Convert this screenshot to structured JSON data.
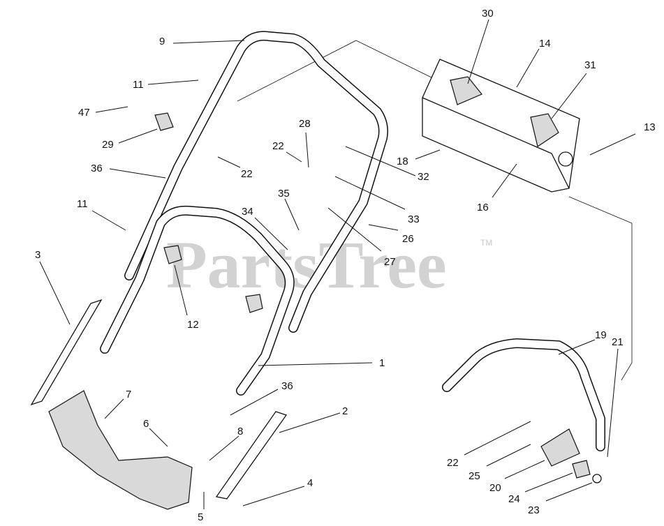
{
  "watermark": {
    "text": "PartsTree",
    "tm": "TM"
  },
  "callouts": [
    {
      "id": "c9",
      "text": "9"
    },
    {
      "id": "c11a",
      "text": "11"
    },
    {
      "id": "c47",
      "text": "47"
    },
    {
      "id": "c29",
      "text": "29"
    },
    {
      "id": "c36a",
      "text": "36"
    },
    {
      "id": "c22a",
      "text": "22"
    },
    {
      "id": "c11b",
      "text": "11"
    },
    {
      "id": "c3",
      "text": "3"
    },
    {
      "id": "c12",
      "text": "12"
    },
    {
      "id": "c7",
      "text": "7"
    },
    {
      "id": "c6",
      "text": "6"
    },
    {
      "id": "c8",
      "text": "8"
    },
    {
      "id": "c5",
      "text": "5"
    },
    {
      "id": "c4",
      "text": "4"
    },
    {
      "id": "c2",
      "text": "2"
    },
    {
      "id": "c36b",
      "text": "36"
    },
    {
      "id": "c1",
      "text": "1"
    },
    {
      "id": "c22b",
      "text": "22"
    },
    {
      "id": "c28",
      "text": "28"
    },
    {
      "id": "c22c",
      "text": "22"
    },
    {
      "id": "c35",
      "text": "35"
    },
    {
      "id": "c34",
      "text": "34"
    },
    {
      "id": "c32",
      "text": "32"
    },
    {
      "id": "c33",
      "text": "33"
    },
    {
      "id": "c26",
      "text": "26"
    },
    {
      "id": "c27",
      "text": "27"
    },
    {
      "id": "c30",
      "text": "30"
    },
    {
      "id": "c14",
      "text": "14"
    },
    {
      "id": "c31",
      "text": "31"
    },
    {
      "id": "c13",
      "text": "13"
    },
    {
      "id": "c18",
      "text": "18"
    },
    {
      "id": "c16",
      "text": "16"
    },
    {
      "id": "c19",
      "text": "19"
    },
    {
      "id": "c21",
      "text": "21"
    },
    {
      "id": "c22d",
      "text": "22"
    },
    {
      "id": "c25",
      "text": "25"
    },
    {
      "id": "c20",
      "text": "20"
    },
    {
      "id": "c24",
      "text": "24"
    },
    {
      "id": "c23",
      "text": "23"
    }
  ]
}
